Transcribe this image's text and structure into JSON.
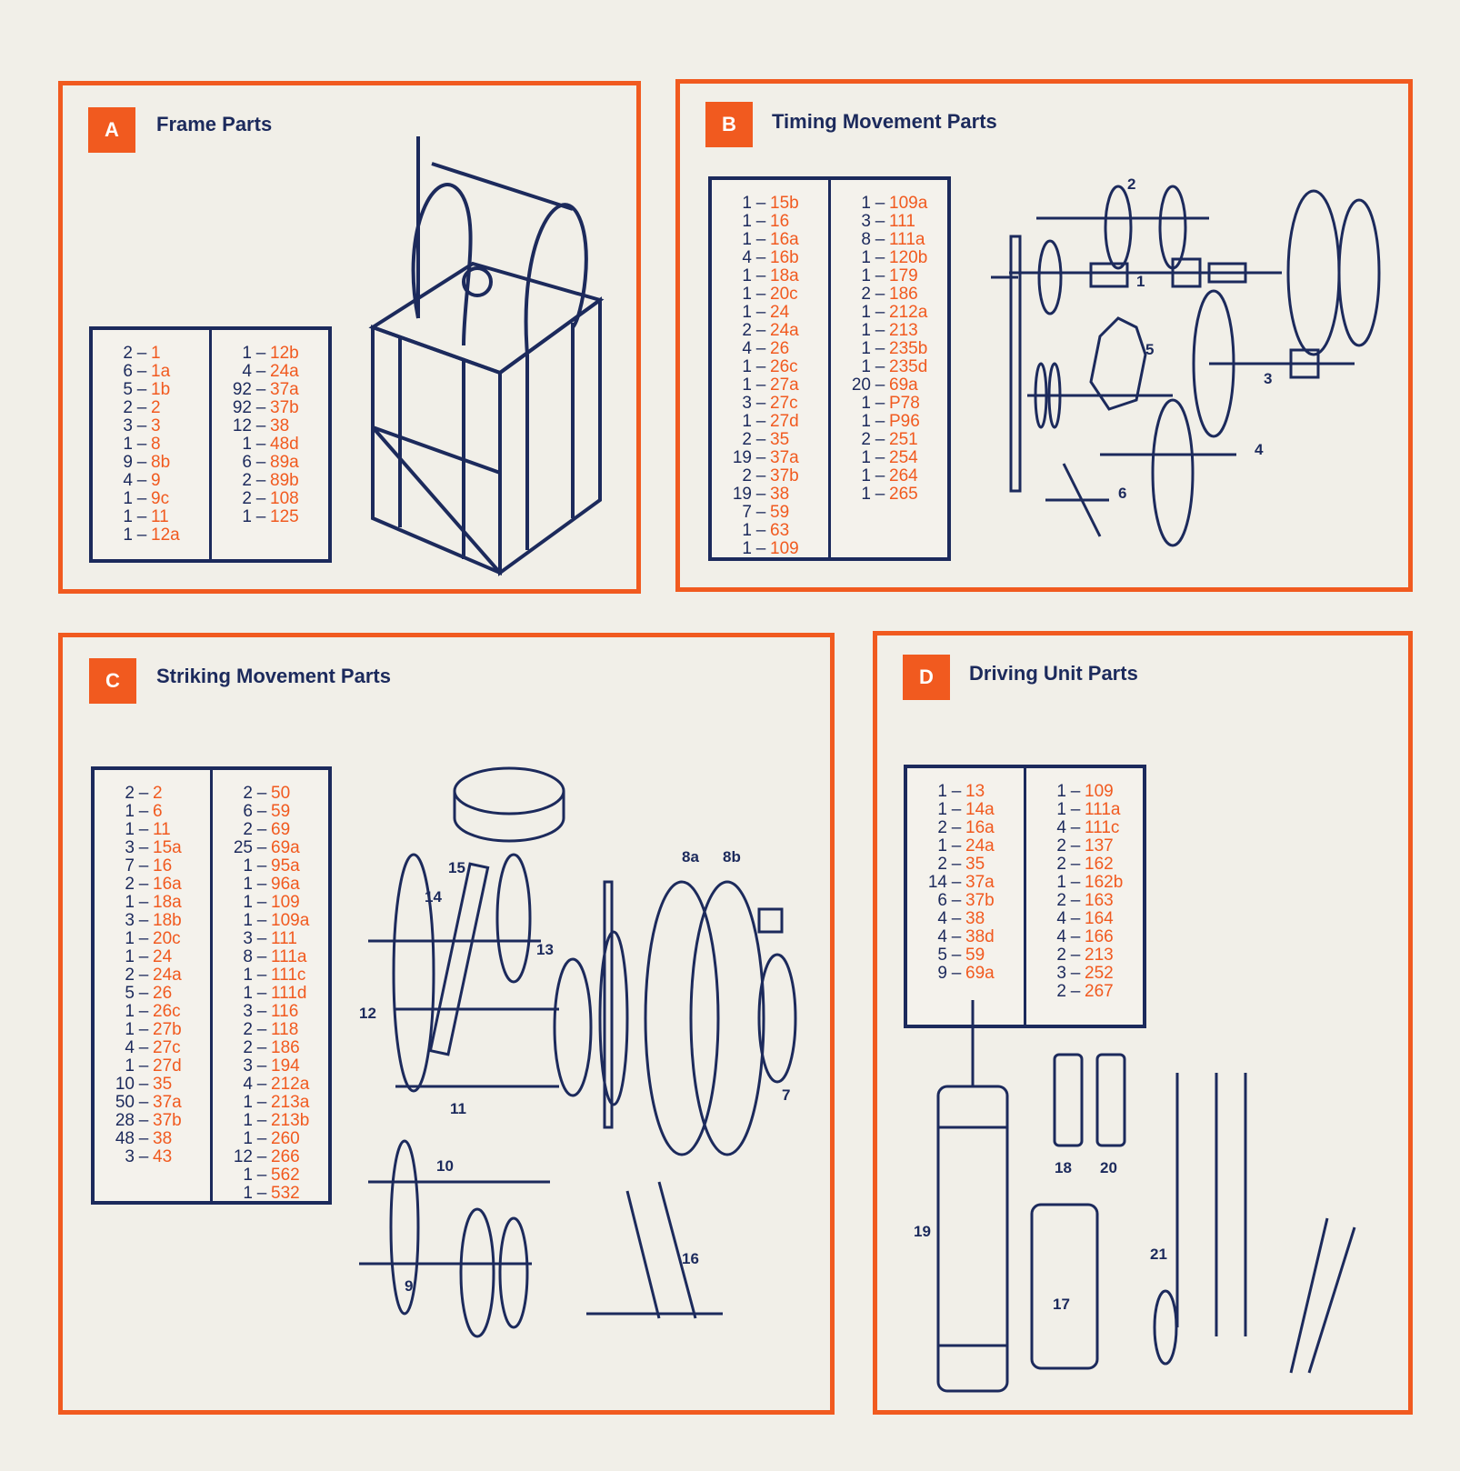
{
  "colors": {
    "accent": "#f15a1f",
    "ink": "#1c2a5c",
    "paper": "#f1efe8"
  },
  "panels": {
    "A": {
      "letter": "A",
      "title": "Frame Parts",
      "col1": [
        [
          "2",
          "1"
        ],
        [
          "6",
          "1a"
        ],
        [
          "5",
          "1b"
        ],
        [
          "2",
          "2"
        ],
        [
          "3",
          "3"
        ],
        [
          "1",
          "8"
        ],
        [
          "9",
          "8b"
        ],
        [
          "4",
          "9"
        ],
        [
          "1",
          "9c"
        ],
        [
          "1",
          "11"
        ],
        [
          "1",
          "12a"
        ]
      ],
      "col2": [
        [
          "1",
          "12b"
        ],
        [
          "4",
          "24a"
        ],
        [
          "92",
          "37a"
        ],
        [
          "92",
          "37b"
        ],
        [
          "12",
          "38"
        ],
        [
          "1",
          "48d"
        ],
        [
          "6",
          "89a"
        ],
        [
          "2",
          "89b"
        ],
        [
          "2",
          "108"
        ],
        [
          "1",
          "125"
        ]
      ]
    },
    "B": {
      "letter": "B",
      "title": "Timing Movement Parts",
      "col1": [
        [
          "1",
          "15b"
        ],
        [
          "1",
          "16"
        ],
        [
          "1",
          "16a"
        ],
        [
          "4",
          "16b"
        ],
        [
          "1",
          "18a"
        ],
        [
          "1",
          "20c"
        ],
        [
          "1",
          "24"
        ],
        [
          "2",
          "24a"
        ],
        [
          "4",
          "26"
        ],
        [
          "1",
          "26c"
        ],
        [
          "1",
          "27a"
        ],
        [
          "3",
          "27c"
        ],
        [
          "1",
          "27d"
        ],
        [
          "2",
          "35"
        ],
        [
          "19",
          "37a"
        ],
        [
          "2",
          "37b"
        ],
        [
          "19",
          "38"
        ],
        [
          "7",
          "59"
        ],
        [
          "1",
          "63"
        ],
        [
          "1",
          "109"
        ]
      ],
      "col2": [
        [
          "1",
          "109a"
        ],
        [
          "3",
          "111"
        ],
        [
          "8",
          "111a"
        ],
        [
          "1",
          "120b"
        ],
        [
          "1",
          "179"
        ],
        [
          "2",
          "186"
        ],
        [
          "1",
          "212a"
        ],
        [
          "1",
          "213"
        ],
        [
          "1",
          "235b"
        ],
        [
          "1",
          "235d"
        ],
        [
          "20",
          "69a"
        ],
        [
          "1",
          "P78"
        ],
        [
          "1",
          "P96"
        ],
        [
          "2",
          "251"
        ],
        [
          "1",
          "254"
        ],
        [
          "1",
          "264"
        ],
        [
          "1",
          "265"
        ]
      ],
      "callouts": [
        "1",
        "2",
        "3",
        "4",
        "5",
        "6"
      ]
    },
    "C": {
      "letter": "C",
      "title": "Striking Movement Parts",
      "col1": [
        [
          "2",
          "2"
        ],
        [
          "1",
          "6"
        ],
        [
          "1",
          "11"
        ],
        [
          "3",
          "15a"
        ],
        [
          "7",
          "16"
        ],
        [
          "2",
          "16a"
        ],
        [
          "1",
          "18a"
        ],
        [
          "3",
          "18b"
        ],
        [
          "1",
          "20c"
        ],
        [
          "1",
          "24"
        ],
        [
          "2",
          "24a"
        ],
        [
          "5",
          "26"
        ],
        [
          "1",
          "26c"
        ],
        [
          "1",
          "27b"
        ],
        [
          "4",
          "27c"
        ],
        [
          "1",
          "27d"
        ],
        [
          "10",
          "35"
        ],
        [
          "50",
          "37a"
        ],
        [
          "28",
          "37b"
        ],
        [
          "48",
          "38"
        ],
        [
          "3",
          "43"
        ]
      ],
      "col2": [
        [
          "2",
          "50"
        ],
        [
          "6",
          "59"
        ],
        [
          "2",
          "69"
        ],
        [
          "25",
          "69a"
        ],
        [
          "1",
          "95a"
        ],
        [
          "1",
          "96a"
        ],
        [
          "1",
          "109"
        ],
        [
          "1",
          "109a"
        ],
        [
          "3",
          "111"
        ],
        [
          "8",
          "111a"
        ],
        [
          "1",
          "111c"
        ],
        [
          "1",
          "111d"
        ],
        [
          "3",
          "116"
        ],
        [
          "2",
          "118"
        ],
        [
          "2",
          "186"
        ],
        [
          "3",
          "194"
        ],
        [
          "4",
          "212a"
        ],
        [
          "1",
          "213a"
        ],
        [
          "1",
          "213b"
        ],
        [
          "1",
          "260"
        ],
        [
          "12",
          "266"
        ],
        [
          "1",
          "562"
        ],
        [
          "1",
          "532"
        ]
      ],
      "callouts": [
        "15",
        "14",
        "13",
        "12",
        "11",
        "10",
        "9",
        "8a",
        "8b",
        "7",
        "16"
      ]
    },
    "D": {
      "letter": "D",
      "title": "Driving Unit Parts",
      "col1": [
        [
          "1",
          "13"
        ],
        [
          "1",
          "14a"
        ],
        [
          "2",
          "16a"
        ],
        [
          "1",
          "24a"
        ],
        [
          "2",
          "35"
        ],
        [
          "14",
          "37a"
        ],
        [
          "6",
          "37b"
        ],
        [
          "4",
          "38"
        ],
        [
          "4",
          "38d"
        ],
        [
          "5",
          "59"
        ],
        [
          "9",
          "69a"
        ]
      ],
      "col2": [
        [
          "1",
          "109"
        ],
        [
          "1",
          "111a"
        ],
        [
          "4",
          "111c"
        ],
        [
          "2",
          "137"
        ],
        [
          "2",
          "162"
        ],
        [
          "1",
          "162b"
        ],
        [
          "2",
          "163"
        ],
        [
          "4",
          "164"
        ],
        [
          "4",
          "166"
        ],
        [
          "2",
          "213"
        ],
        [
          "3",
          "252"
        ],
        [
          "2",
          "267"
        ]
      ],
      "callouts": [
        "18",
        "20",
        "19",
        "17",
        "21"
      ]
    }
  }
}
